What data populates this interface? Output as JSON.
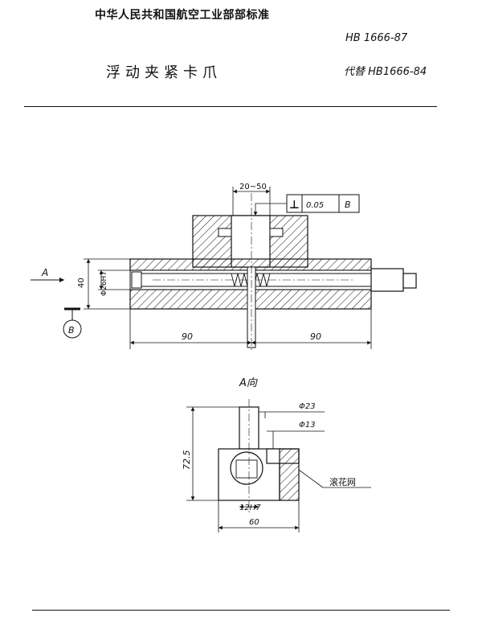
{
  "header": {
    "org": "中华人民共和国航空工业部部标准",
    "std_number": "HB 1666-87",
    "title": "浮动夹紧卡爪",
    "replaces": "代替 HB1666-84"
  },
  "drawing": {
    "dim_20_50": "20~50",
    "tol_symbol": "⊥",
    "tol_value": "0.05",
    "tol_datum": "B",
    "view_arrow": "A",
    "datum_label": "B",
    "dim_40": "40",
    "dim_bore": "Φ26H7",
    "dim_left_90": "90",
    "dim_right_90": "90",
    "view_title": "A向",
    "dim_d23": "Φ23",
    "dim_d13": "Φ13",
    "dim_725": "72.5",
    "dim_12h7": "12H7",
    "dim_60": "60",
    "note_knurl": "滚花网"
  }
}
